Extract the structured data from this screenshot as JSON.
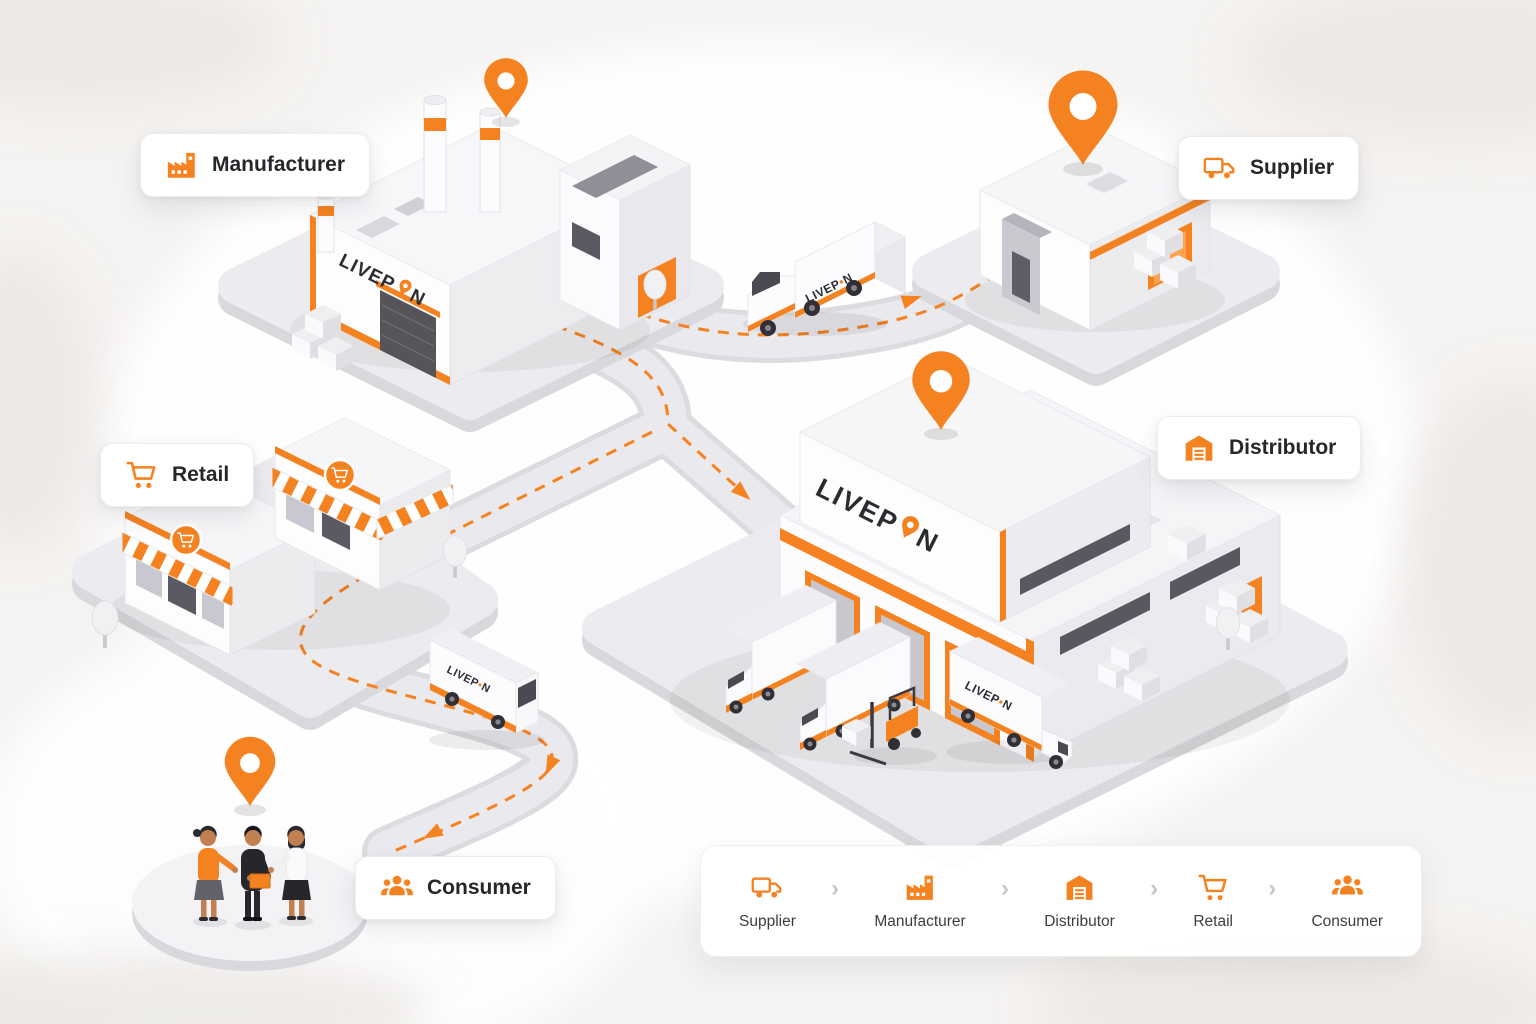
{
  "brand": {
    "name": "LIVEPIN",
    "prefix": "LIVEP",
    "suffix": "N",
    "pin_glyph": "•"
  },
  "colors": {
    "accent": "#F58220",
    "text": "#2B2B30",
    "muted": "#8A8A90",
    "card_bg": "#FFFFFF",
    "road": "#EAE9ED",
    "background": "#F6F4F2"
  },
  "callouts": {
    "manufacturer": {
      "label": "Manufacturer",
      "icon": "factory-icon"
    },
    "supplier": {
      "label": "Supplier",
      "icon": "truck-icon"
    },
    "distributor": {
      "label": "Distributor",
      "icon": "warehouse-icon"
    },
    "retail": {
      "label": "Retail",
      "icon": "cart-icon"
    },
    "consumer": {
      "label": "Consumer",
      "icon": "people-icon"
    }
  },
  "map_pins": [
    "manufacturer",
    "supplier",
    "distributor",
    "consumer"
  ],
  "flow_legend": {
    "separator": "›",
    "steps": [
      {
        "label": "Supplier",
        "icon": "truck-icon"
      },
      {
        "label": "Manufacturer",
        "icon": "factory-icon"
      },
      {
        "label": "Distributor",
        "icon": "warehouse-icon"
      },
      {
        "label": "Retail",
        "icon": "cart-icon"
      },
      {
        "label": "Consumer",
        "icon": "people-icon"
      }
    ]
  }
}
